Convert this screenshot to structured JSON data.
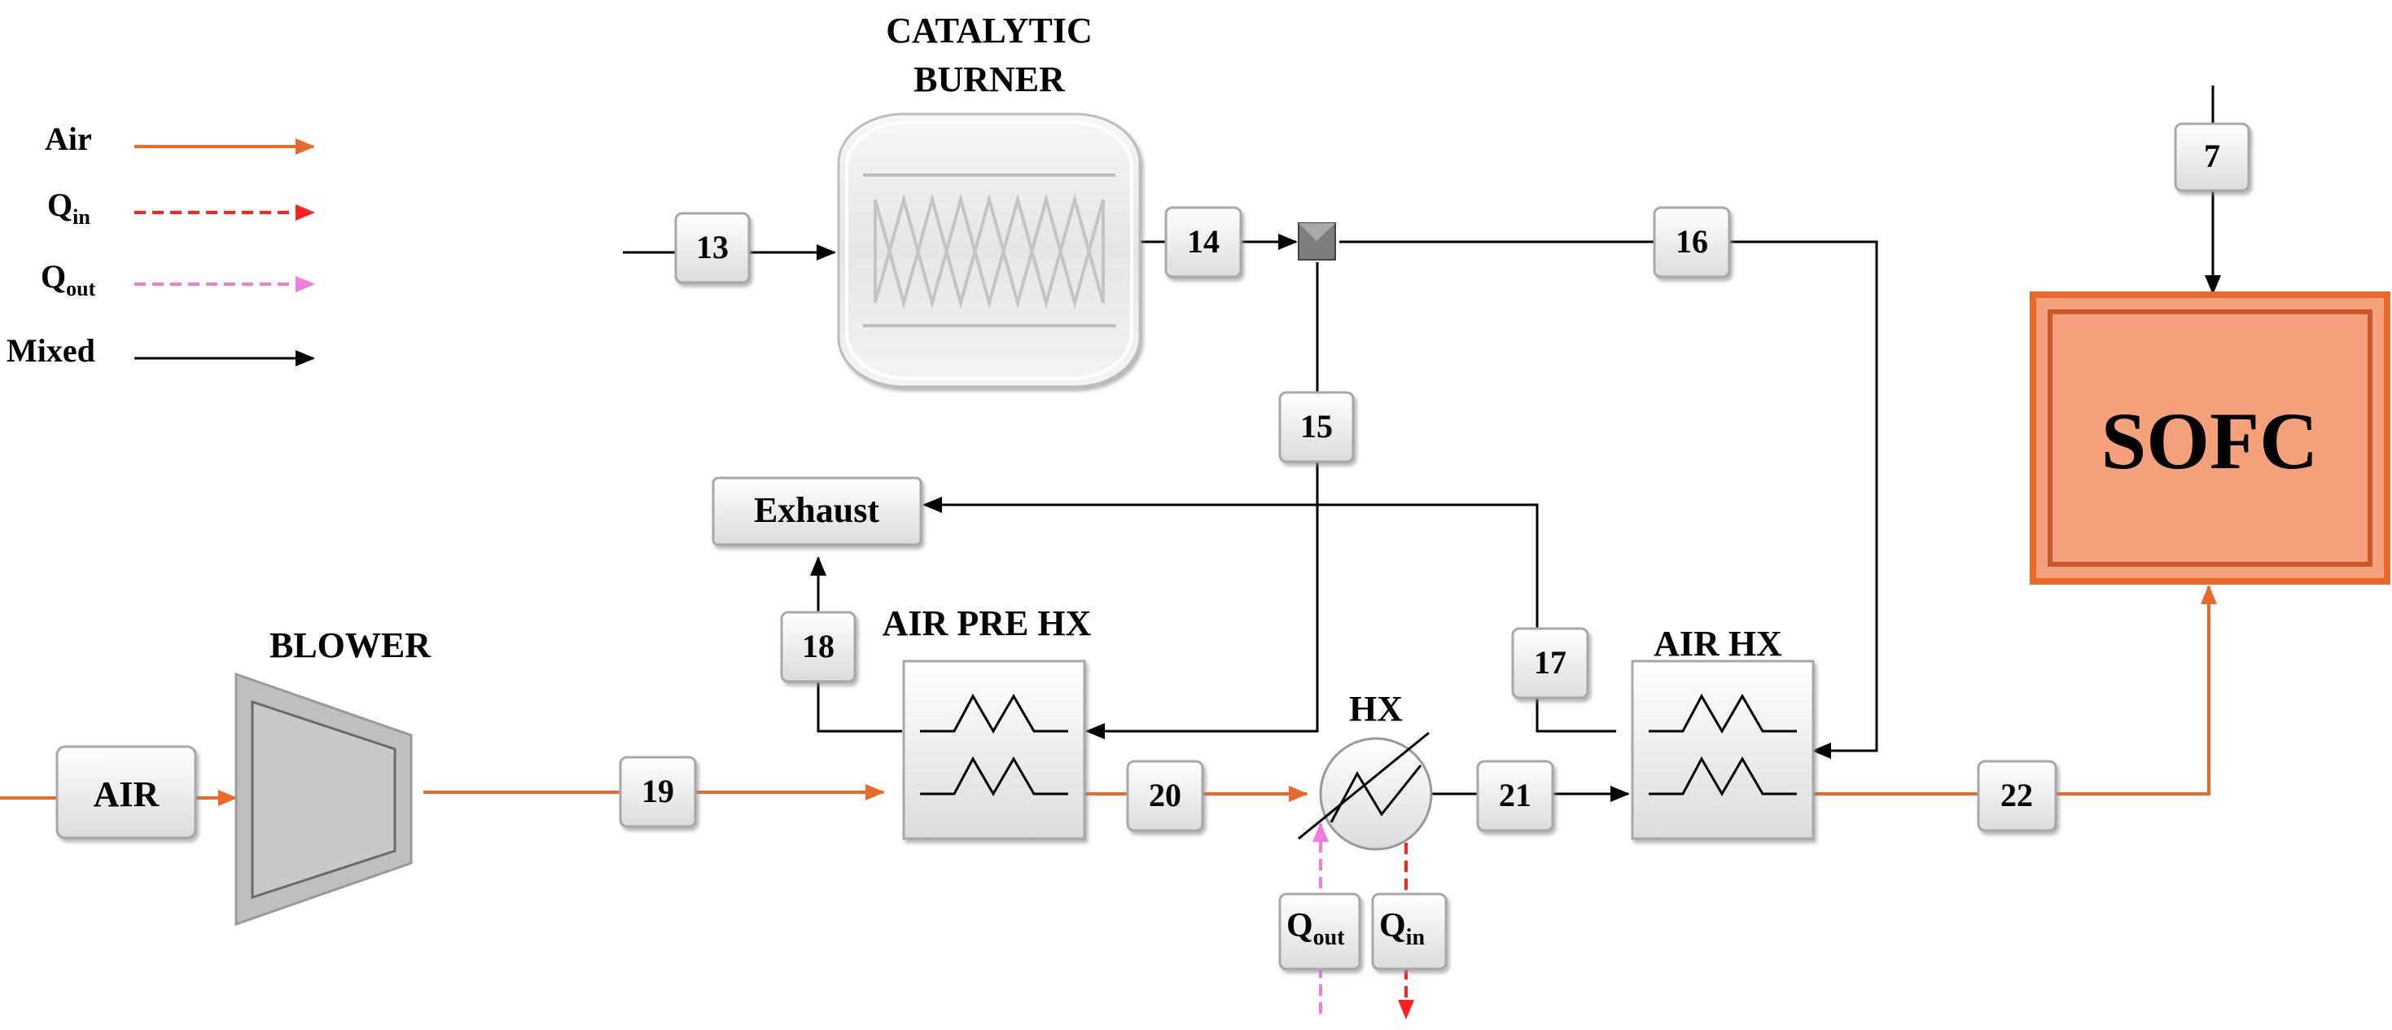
{
  "legend": {
    "items": [
      {
        "label": "Air",
        "sub": "",
        "color": "#e8692a",
        "dashed": false
      },
      {
        "label": "Q",
        "sub": "in",
        "color": "#ff2020",
        "dashed": true
      },
      {
        "label": "Q",
        "sub": "out",
        "color": "#f07cdc",
        "dashed": true
      },
      {
        "label": "Mixed",
        "sub": "",
        "color": "#000000",
        "dashed": false
      }
    ]
  },
  "units": {
    "catalytic_burner_line1": "CATALYTIC",
    "catalytic_burner_line2": "BURNER",
    "blower": "BLOWER",
    "air_pre_hx": "AIR PRE HX",
    "hx": "HX",
    "air_hx": "AIR HX",
    "sofc": "SOFC",
    "exhaust": "Exhaust",
    "air": "AIR"
  },
  "streams": {
    "s7": "7",
    "s13": "13",
    "s14": "14",
    "s15": "15",
    "s16": "16",
    "s17": "17",
    "s18": "18",
    "s19": "19",
    "s20": "20",
    "s21": "21",
    "s22": "22"
  },
  "heat_tags": {
    "qout": {
      "main": "Q",
      "sub": "out"
    },
    "qin": {
      "main": "Q",
      "sub": "in"
    }
  },
  "colors": {
    "air": "#e8692a",
    "qin": "#ff2020",
    "qout": "#f07cdc",
    "mixed": "#000000",
    "sofc_fill": "#f5a27c",
    "sofc_border": "#e8692a"
  }
}
